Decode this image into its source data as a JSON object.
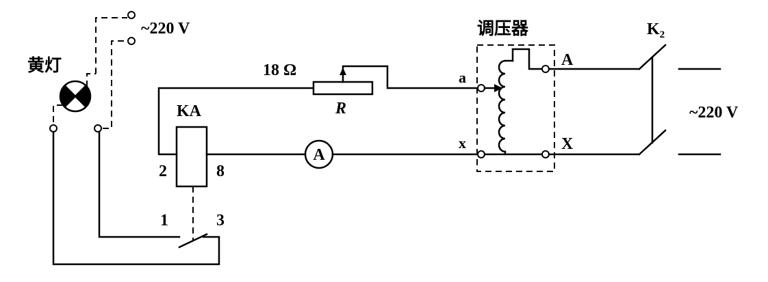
{
  "diagram": {
    "lamp_label": "黄灯",
    "source_top_label": "~220 V",
    "source_right_label": "~220 V",
    "resistor_value": "18 Ω",
    "resistor_name": "R",
    "relay_label": "KA",
    "relay_pin_left": "2",
    "relay_pin_right": "8",
    "contact_pin_left": "1",
    "contact_pin_right": "3",
    "ammeter_symbol": "A",
    "regulator_label": "调压器",
    "terminal_a_in": "a",
    "terminal_x_in": "x",
    "terminal_A_out": "A",
    "terminal_X_out": "X",
    "switch_label": "K",
    "switch_subscript": "2"
  }
}
